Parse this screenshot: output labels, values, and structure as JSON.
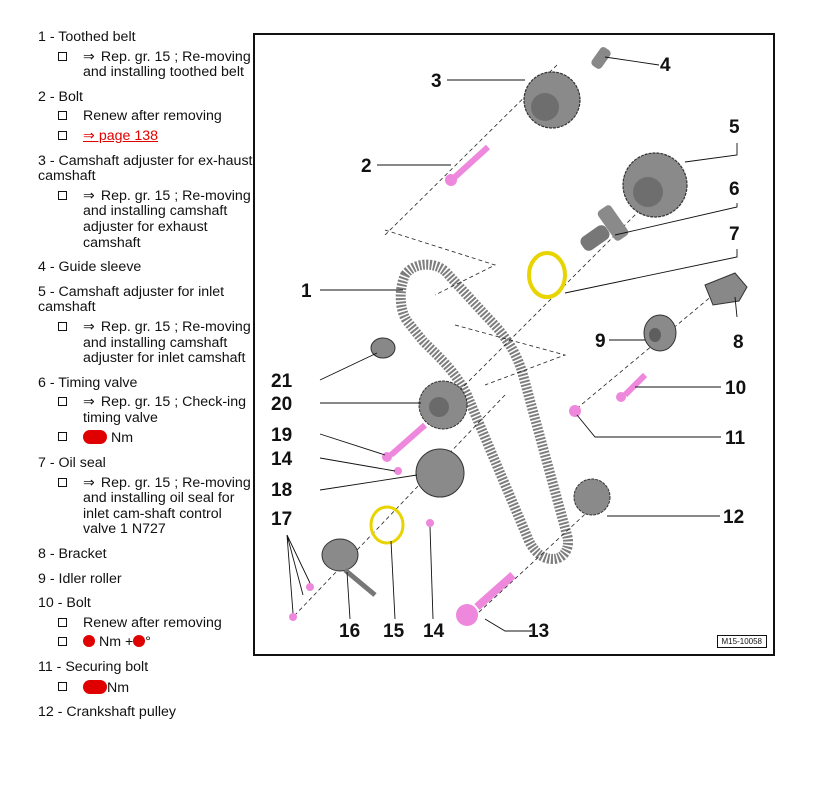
{
  "legend": [
    {
      "title": "1 - Toothed belt",
      "subs": [
        {
          "arrow": "⇒",
          "text": "Rep. gr. 15 ; Re-moving and installing toothed belt"
        }
      ]
    },
    {
      "title": "2 - Bolt",
      "subs": [
        {
          "text": "Renew after removing"
        },
        {
          "link": "⇒ page 138"
        }
      ]
    },
    {
      "title": "3 - Camshaft adjuster for ex-haust camshaft",
      "subs": [
        {
          "arrow": "⇒",
          "text": "Rep. gr. 15 ; Re-moving and installing camshaft adjuster for exhaust camshaft"
        }
      ]
    },
    {
      "title": "4 - Guide sleeve",
      "subs": []
    },
    {
      "title": "5 - Camshaft adjuster for inlet camshaft",
      "subs": [
        {
          "arrow": "⇒",
          "text": "Rep. gr. 15 ; Re-moving and installing camshaft adjuster for inlet camshaft"
        }
      ]
    },
    {
      "title": "6 - Timing valve",
      "subs": [
        {
          "arrow": "⇒",
          "text": "Rep. gr. 15 ; Check-ing timing valve"
        },
        {
          "redacted": "wide",
          "text": "Nm"
        }
      ]
    },
    {
      "title": "7 - Oil seal",
      "subs": [
        {
          "arrow": "⇒",
          "text": "Rep. gr. 15 ; Re-moving and installing oil seal for inlet cam-shaft control valve 1 N727"
        }
      ]
    },
    {
      "title": "8 - Bracket",
      "subs": []
    },
    {
      "title": "9 - Idler roller",
      "subs": []
    },
    {
      "title": "10 - Bolt",
      "subs": [
        {
          "text": "Renew after removing"
        },
        {
          "redacted": "double",
          "text": "Nm +",
          "suffix": "°"
        }
      ]
    },
    {
      "title": "11 - Securing bolt",
      "subs": [
        {
          "redacted": "wide",
          "text": "Nm"
        }
      ]
    },
    {
      "title": "12 - Crankshaft pulley",
      "subs": []
    }
  ],
  "figure": {
    "code": "M15-10058",
    "labels": [
      "1",
      "2",
      "3",
      "4",
      "5",
      "6",
      "7",
      "8",
      "9",
      "10",
      "11",
      "12",
      "13",
      "14",
      "14",
      "15",
      "16",
      "17",
      "18",
      "19",
      "20",
      "21"
    ],
    "colors": {
      "part": "#808080",
      "bolt": "#ee88dd",
      "seal": "#f2e000",
      "outline": "#111111"
    }
  }
}
